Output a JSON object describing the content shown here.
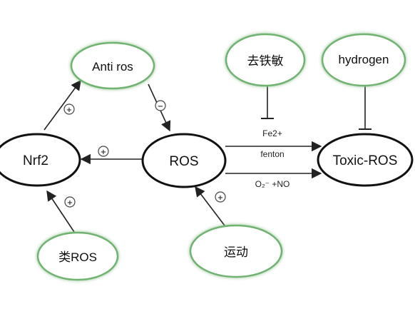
{
  "nodes": {
    "nrf2": "Nrf2",
    "ros": "ROS",
    "toxic_ros": "Toxic-ROS",
    "anti_ros": "Anti ros",
    "iron_chelator": "去铁敏",
    "hydrogen": "hydrogen",
    "ros_like": "类ROS",
    "exercise": "运动"
  },
  "edge_labels": {
    "fe2": "Fe2+",
    "fenton": "fenton",
    "o2_no": "O₂⁻ +NO"
  },
  "signs": {
    "plus": "+",
    "minus": "−"
  },
  "colors": {
    "core_outline": "#111111",
    "modulator_outline": "#6fb36f",
    "arrow": "#222222"
  }
}
